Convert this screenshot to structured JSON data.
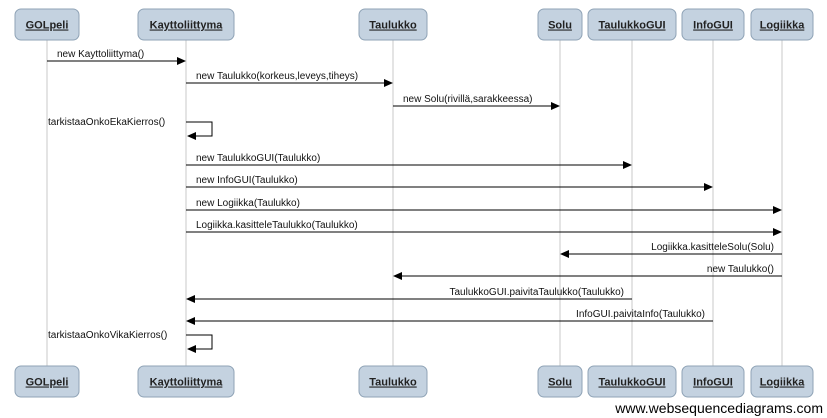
{
  "diagram": {
    "participants": [
      {
        "id": "golpeli",
        "label": "GOLpeli"
      },
      {
        "id": "kayttoliittyma",
        "label": "Kayttoliittyma"
      },
      {
        "id": "taulukko",
        "label": "Taulukko"
      },
      {
        "id": "solu",
        "label": "Solu"
      },
      {
        "id": "taulukkogui",
        "label": "TaulukkoGUI"
      },
      {
        "id": "infogui",
        "label": "InfoGUI"
      },
      {
        "id": "logiikka",
        "label": "Logiikka"
      }
    ],
    "messages": [
      {
        "from": "golpeli",
        "to": "kayttoliittyma",
        "label": "new Kayttoliittyma()"
      },
      {
        "from": "kayttoliittyma",
        "to": "taulukko",
        "label": "new Taulukko(korkeus,leveys,tiheys)"
      },
      {
        "from": "taulukko",
        "to": "solu",
        "label": "new Solu(rivillä,sarakkeessa)"
      },
      {
        "from": "kayttoliittyma",
        "to": "kayttoliittyma",
        "label": "tarkistaaOnkoEkaKierros()"
      },
      {
        "from": "kayttoliittyma",
        "to": "taulukkogui",
        "label": "new TaulukkoGUI(Taulukko)"
      },
      {
        "from": "kayttoliittyma",
        "to": "infogui",
        "label": "new InfoGUI(Taulukko)"
      },
      {
        "from": "kayttoliittyma",
        "to": "logiikka",
        "label": "new Logiikka(Taulukko)"
      },
      {
        "from": "kayttoliittyma",
        "to": "logiikka",
        "label": "Logiikka.kasitteleTaulukko(Taulukko)"
      },
      {
        "from": "logiikka",
        "to": "solu",
        "label": "Logiikka.kasitteleSolu(Solu)"
      },
      {
        "from": "logiikka",
        "to": "taulukko",
        "label": "new Taulukko()"
      },
      {
        "from": "taulukkogui",
        "to": "kayttoliittyma",
        "label": "TaulukkoGUI.paivitaTaulukko(Taulukko)"
      },
      {
        "from": "infogui",
        "to": "kayttoliittyma",
        "label": "InfoGUI.paivitaInfo(Taulukko)"
      },
      {
        "from": "kayttoliittyma",
        "to": "kayttoliittyma",
        "label": "tarkistaaOnkoVikaKierros()"
      }
    ]
  },
  "footer": {
    "text": "www.websequencediagrams.com"
  },
  "colors": {
    "box_fill": "#c4d2e0",
    "box_stroke": "#8fa3b6",
    "lifeline": "#c8c8c8",
    "arrow": "#000000"
  }
}
